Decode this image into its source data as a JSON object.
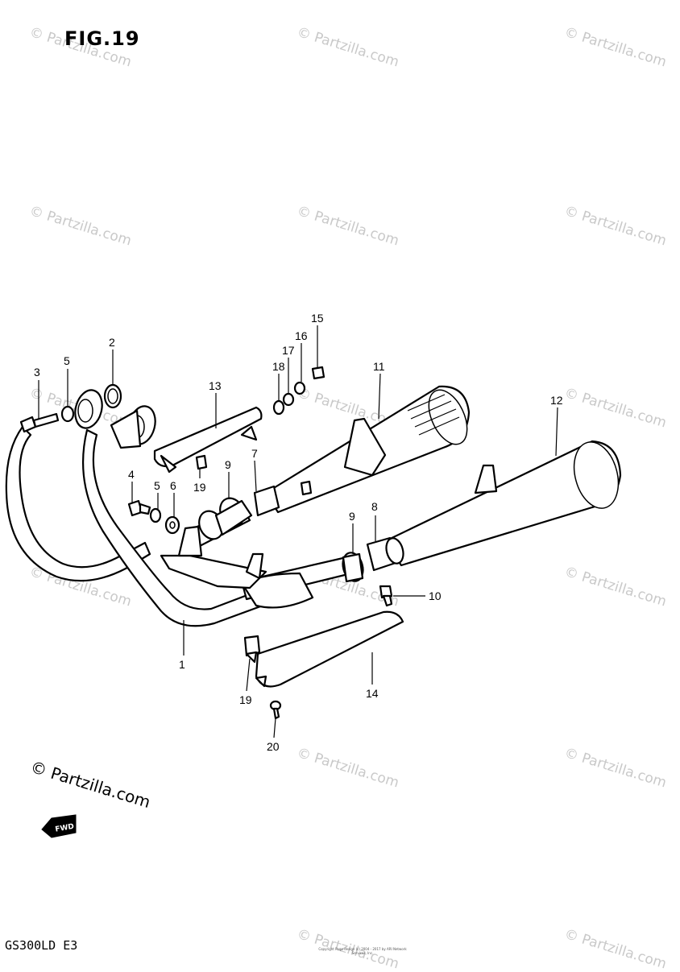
{
  "figure": {
    "title": "FIG.19",
    "model_code": "GS300LD E3",
    "copyright_note": "Copyright\nPage design (c) 2004 - 2017 by ARI Network Services, Inc."
  },
  "watermark": {
    "text": "© Partzilla.com",
    "large_text": "© Partzilla.com"
  },
  "direction_arrow": {
    "label": "FWD",
    "icon": "forward-arrow-icon"
  },
  "callouts": [
    {
      "id": "c1",
      "label": "1"
    },
    {
      "id": "c2",
      "label": "2"
    },
    {
      "id": "c3",
      "label": "3"
    },
    {
      "id": "c4",
      "label": "4"
    },
    {
      "id": "c5a",
      "label": "5"
    },
    {
      "id": "c5b",
      "label": "5"
    },
    {
      "id": "c6",
      "label": "6"
    },
    {
      "id": "c7",
      "label": "7"
    },
    {
      "id": "c8",
      "label": "8"
    },
    {
      "id": "c9a",
      "label": "9"
    },
    {
      "id": "c9b",
      "label": "9"
    },
    {
      "id": "c10",
      "label": "10"
    },
    {
      "id": "c11",
      "label": "11"
    },
    {
      "id": "c12",
      "label": "12"
    },
    {
      "id": "c13",
      "label": "13"
    },
    {
      "id": "c14",
      "label": "14"
    },
    {
      "id": "c15",
      "label": "15"
    },
    {
      "id": "c16",
      "label": "16"
    },
    {
      "id": "c17",
      "label": "17"
    },
    {
      "id": "c18",
      "label": "18"
    },
    {
      "id": "c19a",
      "label": "19"
    },
    {
      "id": "c19b",
      "label": "19"
    },
    {
      "id": "c20",
      "label": "20"
    }
  ]
}
